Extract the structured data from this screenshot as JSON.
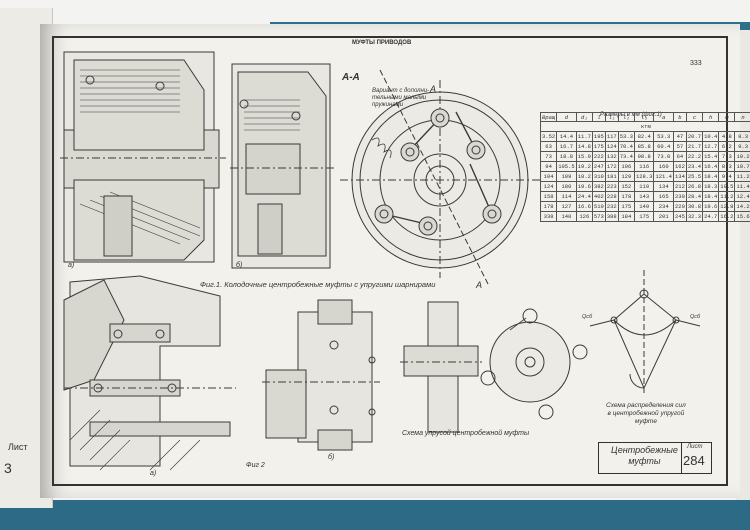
{
  "header": {
    "title": "МУФТЫ ПРИВОДОВ",
    "page_number": "333"
  },
  "section_label": "А-А",
  "variant_note": [
    "Вариант с дополни-",
    "тельными малыми",
    "пружинами"
  ],
  "section_marks": [
    "А",
    "А"
  ],
  "fig_labels": {
    "a1": "а)",
    "b1": "б)",
    "a2": "а)",
    "b2": "б)"
  },
  "captions": {
    "fig1": "Фиг.1.  Колодочные центробежные муфты с упругими шарнирами",
    "fig2": "Фиг 2",
    "scheme_coupling": "Схема упрусой центробежной муфты",
    "force_scheme": [
      "Схема распределения сил",
      "в центробежной упругой",
      "муфте"
    ]
  },
  "table": {
    "caption": "Размеры в мм (фиг.1)",
    "headers": [
      "Вращающий момент",
      "d",
      "d₁",
      "кгм",
      "l",
      "l₁",
      "l₂",
      "l₃",
      "a",
      "b",
      "c",
      "h",
      "m",
      "n"
    ],
    "rows": [
      [
        "3.52",
        "14.4",
        "11.7",
        "195",
        "117",
        "53.3",
        "82.4",
        "53.3",
        "47",
        "20.7",
        "10.4",
        "4.8",
        "8.3"
      ],
      [
        "63",
        "16.7",
        "14.8",
        "175",
        "124",
        "70.4",
        "85.8",
        "60.4",
        "57",
        "21.7",
        "12.7",
        "6.2",
        "9.3"
      ],
      [
        "73",
        "18.8",
        "15.9",
        "222",
        "132",
        "73.4",
        "98.8",
        "73.0",
        "64",
        "22.2",
        "15.4",
        "7.3",
        "10.2"
      ],
      [
        "94",
        "105.5",
        "19.2",
        "247",
        "172",
        "106",
        "116",
        "160",
        "162",
        "23.4",
        "16.4",
        "8.3",
        "10.7"
      ],
      [
        "104",
        "109",
        "18.2",
        "310",
        "181",
        "129",
        "128.3",
        "121.4",
        "134",
        "25.5",
        "18.4",
        "9.4",
        "11.2"
      ],
      [
        "124",
        "180",
        "19.6",
        "382",
        "223",
        "152",
        "110",
        "134",
        "212",
        "26.8",
        "18.3",
        "10.5",
        "11.4"
      ],
      [
        "158",
        "114",
        "24.4",
        "402",
        "228",
        "178",
        "143",
        "165",
        "230",
        "28.4",
        "18.4",
        "11.2",
        "12.4"
      ],
      [
        "178",
        "127",
        "16.6",
        "510",
        "232",
        "175",
        "149",
        "234",
        "220",
        "30.8",
        "19.6",
        "12.8",
        "14.2"
      ],
      [
        "338",
        "140",
        "126",
        "573",
        "388",
        "184",
        "175",
        "201",
        "245",
        "32.3",
        "24.7",
        "16.2",
        "15.6"
      ]
    ]
  },
  "title_block": {
    "name": [
      "Центробежные",
      "муфты"
    ],
    "sheet_label": "Лист",
    "sheet_number": "284"
  },
  "force_labels": [
    "Qсб",
    "Qсб"
  ],
  "left_page_text": "Лист",
  "left_page_number": "3"
}
